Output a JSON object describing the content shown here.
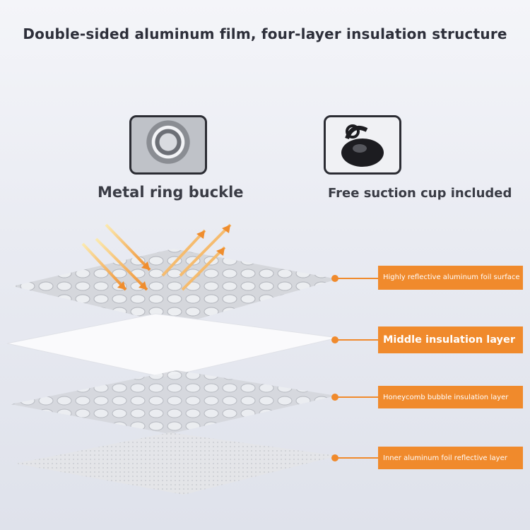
{
  "title": "Double-sided aluminum film, four-layer insulation structure",
  "features": {
    "ring": {
      "label": "Metal ring buckle",
      "icon": "metal-ring-photo"
    },
    "cup": {
      "label": "Free suction cup included",
      "icon": "suction-cup-photo"
    }
  },
  "layers": [
    {
      "label": "Highly reflective aluminum foil surface"
    },
    {
      "label": "Middle insulation layer"
    },
    {
      "label": "Honeycomb bubble insulation layer"
    },
    {
      "label": "Inner aluminum foil reflective layer"
    }
  ],
  "colors": {
    "accent": "#f08a2c",
    "title": "#2d2f3a"
  }
}
